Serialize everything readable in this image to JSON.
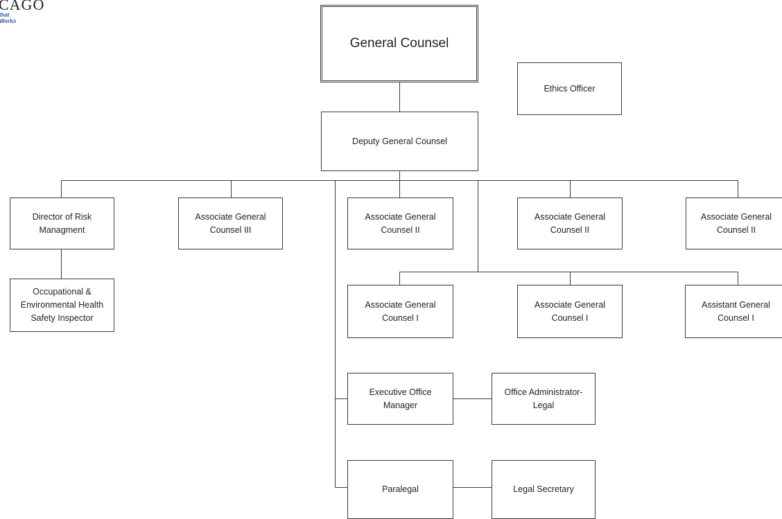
{
  "logo": {
    "text": "CAGO",
    "tagline": "that Works"
  },
  "chart": {
    "general_counsel": "General Counsel",
    "ethics_officer": "Ethics Officer",
    "deputy_general_counsel": "Deputy General Counsel",
    "director_risk": "Director of Risk\nManagment",
    "occupational_inspector": "Occupational &\nEnvironmental Health\nSafety Inspector",
    "agc3": "Associate General\nCounsel III",
    "agc2_a": "Associate General\nCounsel II",
    "agc2_b": "Associate General\nCounsel II",
    "agc2_c": "Associate General\nCounsel II",
    "agc1_a": "Associate General\nCounsel I",
    "agc1_b": "Associate General\nCounsel I",
    "asst_gc1": "Assistant General\nCounsel I",
    "exec_office_manager": "Executive Office\nManager",
    "office_admin_legal": "Office Administrator-\nLegal",
    "paralegal": "Paralegal",
    "legal_secretary": "Legal Secretary"
  }
}
